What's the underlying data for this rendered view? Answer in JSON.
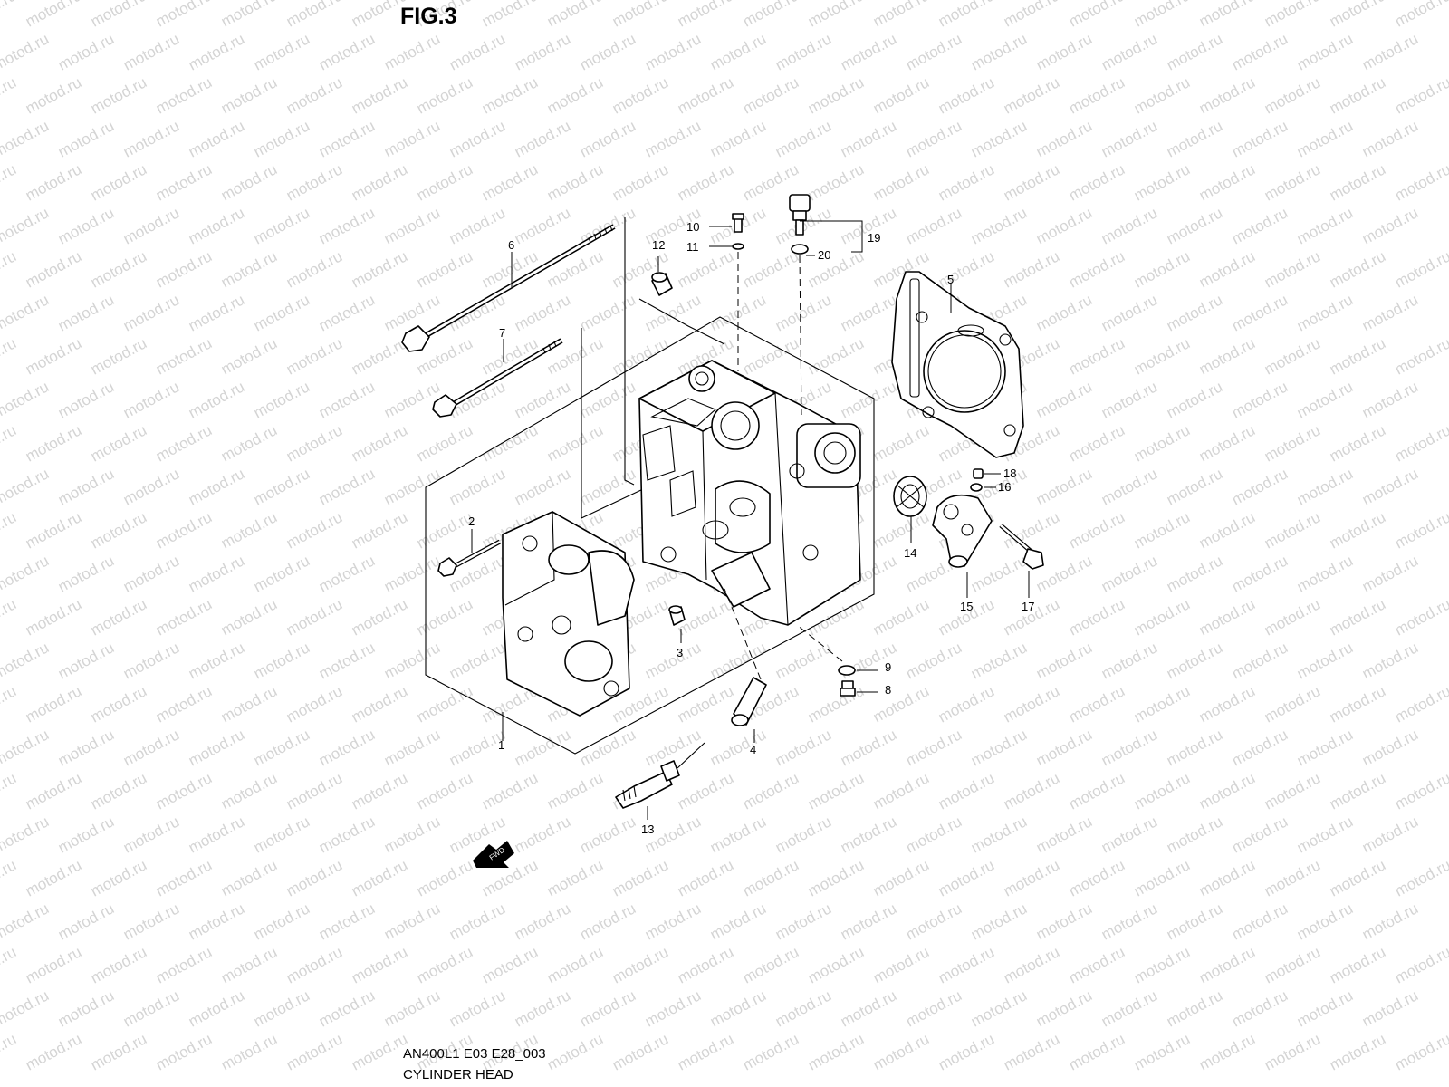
{
  "figure": {
    "title": "FIG.3"
  },
  "footer": {
    "code": "AN400L1 E03 E28_003",
    "name": "CYLINDER HEAD"
  },
  "watermark": {
    "text": "motod.ru",
    "color": "#d4d4d4"
  },
  "fwd_arrow": {
    "label": "FWD"
  },
  "callouts": [
    {
      "id": "1",
      "label": "1"
    },
    {
      "id": "2",
      "label": "2"
    },
    {
      "id": "3",
      "label": "3"
    },
    {
      "id": "4",
      "label": "4"
    },
    {
      "id": "5",
      "label": "5"
    },
    {
      "id": "6",
      "label": "6"
    },
    {
      "id": "7",
      "label": "7"
    },
    {
      "id": "8",
      "label": "8"
    },
    {
      "id": "9",
      "label": "9"
    },
    {
      "id": "10",
      "label": "10"
    },
    {
      "id": "11",
      "label": "11"
    },
    {
      "id": "12",
      "label": "12"
    },
    {
      "id": "13",
      "label": "13"
    },
    {
      "id": "14",
      "label": "14"
    },
    {
      "id": "15",
      "label": "15"
    },
    {
      "id": "16",
      "label": "16"
    },
    {
      "id": "17",
      "label": "17"
    },
    {
      "id": "18",
      "label": "18"
    },
    {
      "id": "19",
      "label": "19"
    },
    {
      "id": "20",
      "label": "20"
    }
  ]
}
